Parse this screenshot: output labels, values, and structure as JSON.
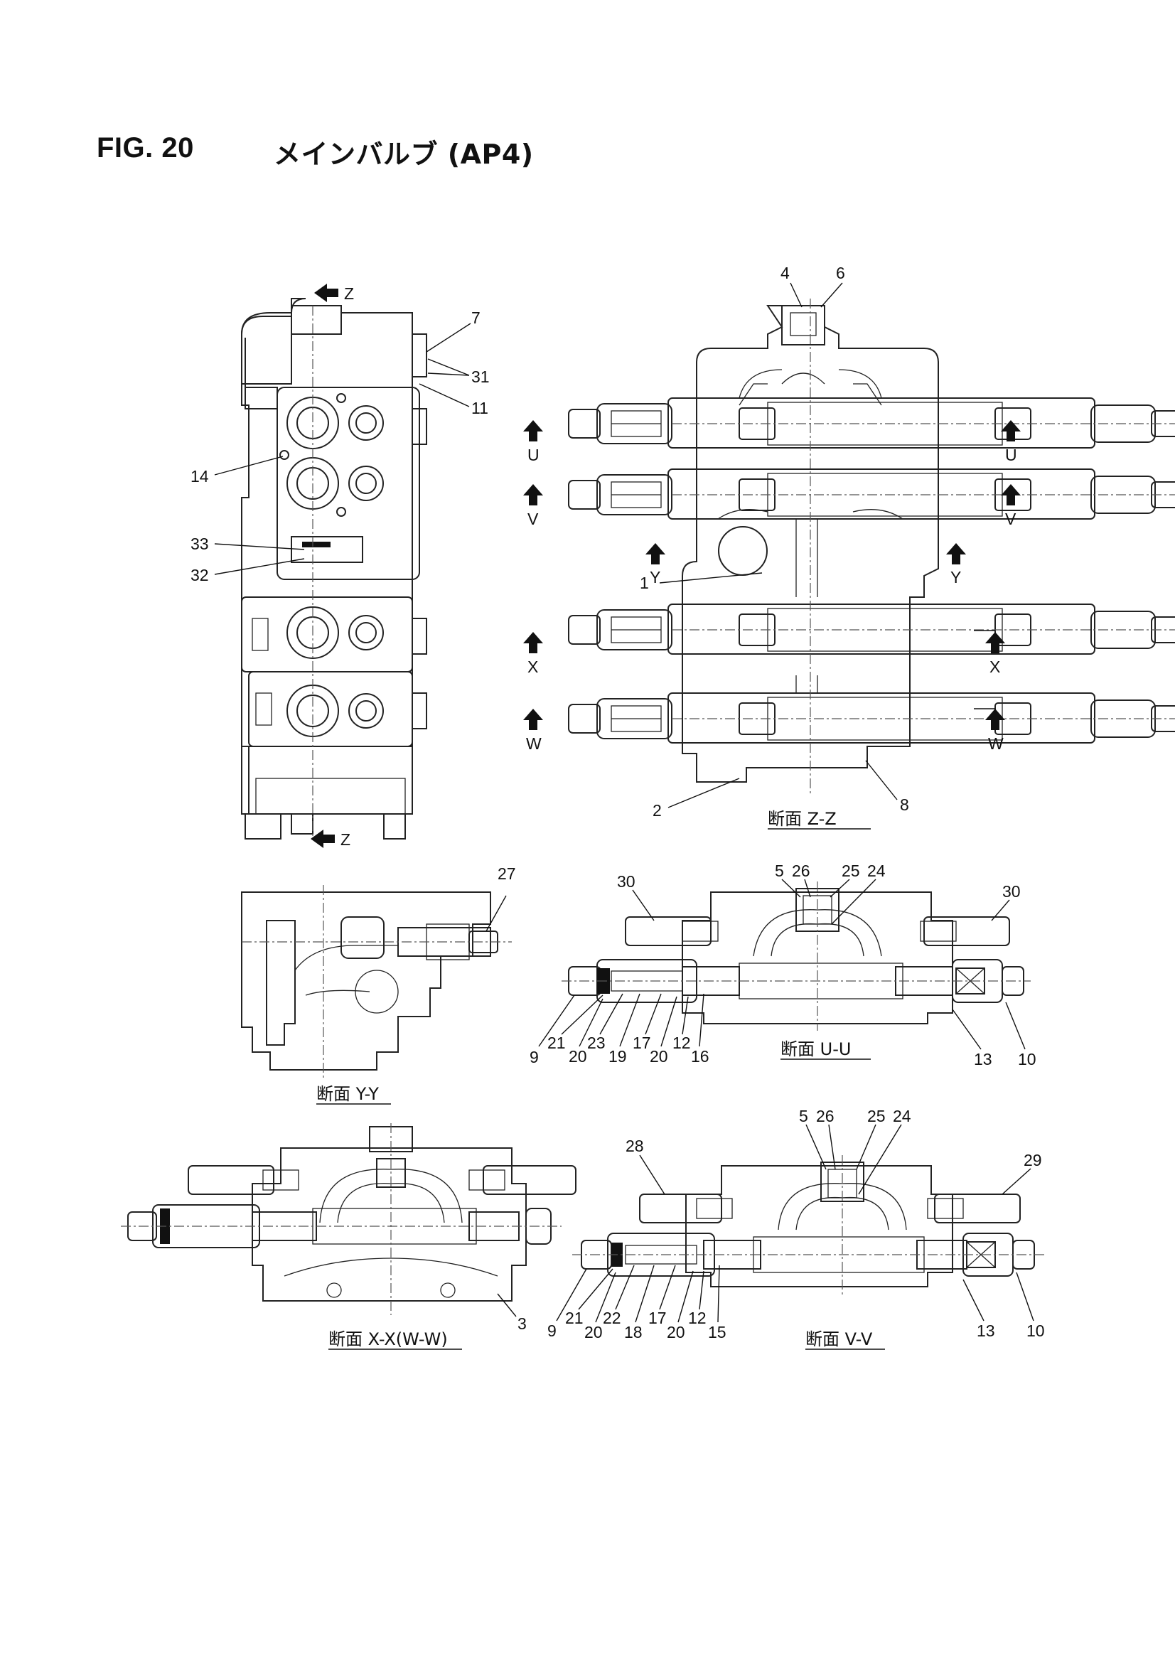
{
  "figure": {
    "number": "FIG. 20",
    "title": "メインバルブ (AP4)"
  },
  "views": {
    "external": {
      "arrow_top": "Z",
      "arrow_bottom": "Z"
    },
    "zz": {
      "section_title": "断面 Z-Z",
      "arrows": [
        "U",
        "U",
        "V",
        "V",
        "Y",
        "Y",
        "X",
        "X",
        "W",
        "W"
      ]
    },
    "yy": {
      "section_title": "断面 Y-Y"
    },
    "uu": {
      "section_title": "断面 U-U"
    },
    "xx": {
      "section_title": "断面 X-X(W-W)"
    },
    "vv": {
      "section_title": "断面 V-V"
    }
  },
  "callouts": {
    "external": [
      "7",
      "31",
      "11",
      "14",
      "33",
      "32"
    ],
    "zz": [
      "4",
      "6",
      "1",
      "2",
      "8"
    ],
    "yy": [
      "27"
    ],
    "uu": [
      "5",
      "26",
      "25",
      "24",
      "30",
      "30",
      "9",
      "21",
      "20",
      "23",
      "19",
      "17",
      "20",
      "12",
      "16",
      "13",
      "10"
    ],
    "xx": [
      "3"
    ],
    "vv": [
      "5",
      "26",
      "25",
      "24",
      "28",
      "29",
      "9",
      "21",
      "20",
      "22",
      "18",
      "17",
      "20",
      "12",
      "15",
      "13",
      "10"
    ]
  }
}
